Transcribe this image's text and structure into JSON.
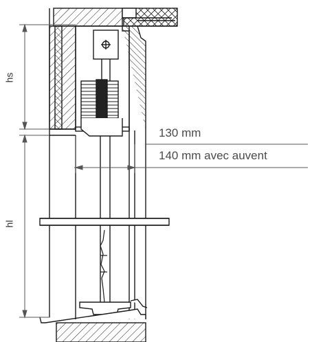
{
  "labels": {
    "hs": "hs",
    "hl": "hl",
    "depth_standard": "130 mm",
    "depth_awning": "140 mm avec auvent"
  },
  "colors": {
    "line": "#1a1a1a",
    "dim_line": "#555555",
    "text": "#4a4a4a"
  }
}
